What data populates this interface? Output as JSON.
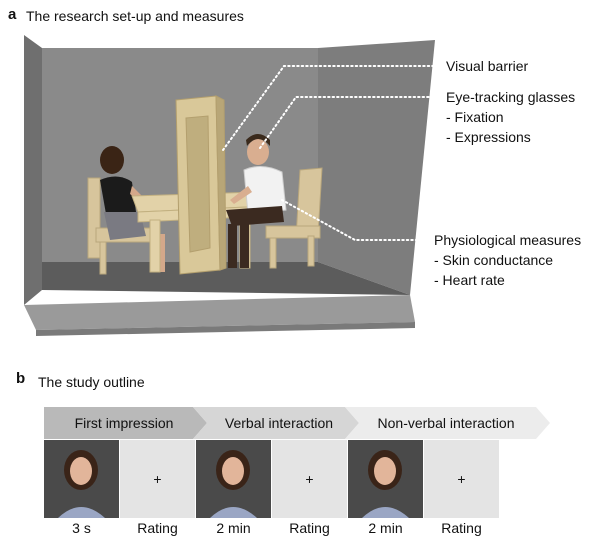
{
  "panel_a": {
    "letter": "a",
    "title": "The research set-up and measures",
    "callouts": {
      "visual_barrier": "Visual barrier",
      "eye_tracking": [
        "Eye-tracking glasses",
        "- Fixation",
        "- Expressions"
      ],
      "physiological": [
        "Physiological measures",
        "- Skin conductance",
        "- Heart rate"
      ]
    }
  },
  "panel_b": {
    "letter": "b",
    "title": "The study outline",
    "stages": [
      "First impression",
      "Verbal interaction",
      "Non-verbal interaction"
    ],
    "rating_symbol": "+",
    "labels": [
      "3 s",
      "Rating",
      "2 min",
      "Rating",
      "2 min",
      "Rating"
    ]
  }
}
